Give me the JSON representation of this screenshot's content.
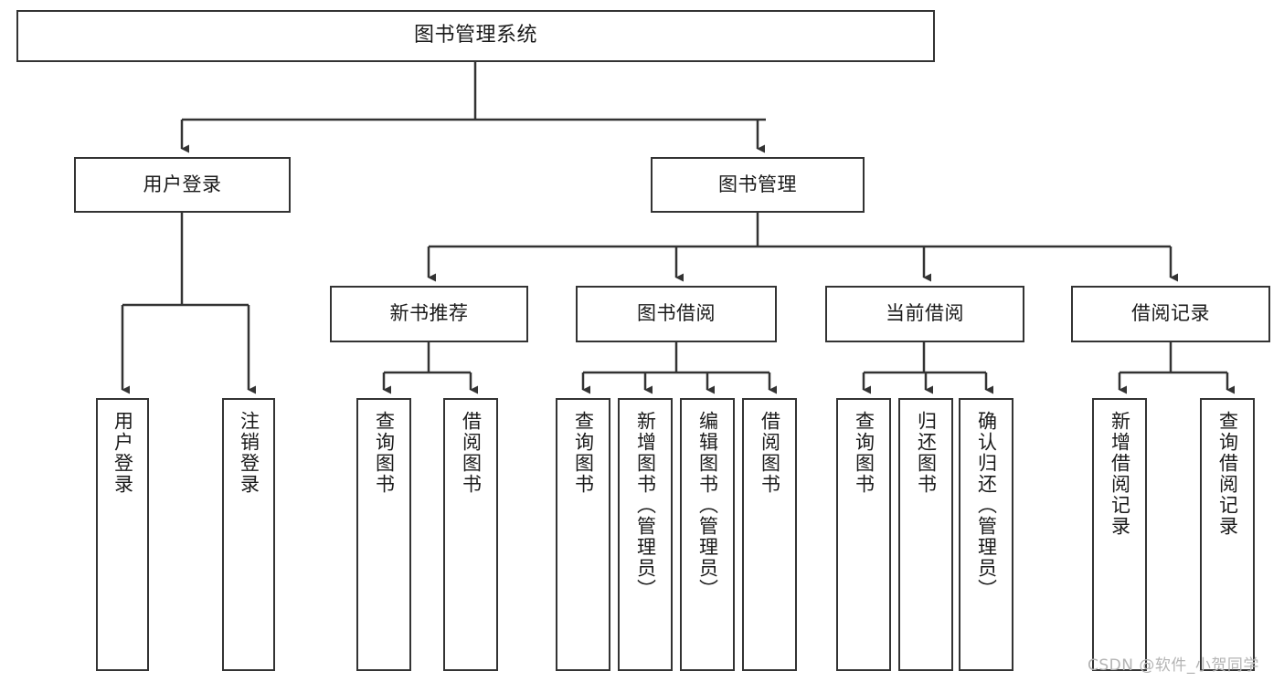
{
  "diagram": {
    "title": "图书管理系统",
    "type": "tree",
    "colors": {
      "background": "#ffffff",
      "stroke": "#333333",
      "text": "#1a1a1a",
      "watermark": "#b4b4b4"
    },
    "root": {
      "label": "图书管理系统"
    },
    "level1": [
      {
        "label": "用户登录"
      },
      {
        "label": "图书管理"
      }
    ],
    "level2": [
      {
        "label": "新书推荐"
      },
      {
        "label": "图书借阅"
      },
      {
        "label": "当前借阅"
      },
      {
        "label": "借阅记录"
      }
    ],
    "leaves": {
      "user_login": [
        {
          "label": "用户登录"
        },
        {
          "label": "注销登录"
        }
      ],
      "new_book_recommend": [
        {
          "label": "查询图书"
        },
        {
          "label": "借阅图书"
        }
      ],
      "book_borrow": [
        {
          "label": "查询图书"
        },
        {
          "label": "新增图书（管理员）"
        },
        {
          "label": "编辑图书（管理员）"
        },
        {
          "label": "借阅图书"
        }
      ],
      "current_borrow": [
        {
          "label": "查询图书"
        },
        {
          "label": "归还图书"
        },
        {
          "label": "确认归还（管理员）"
        }
      ],
      "borrow_record": [
        {
          "label": "新增借阅记录"
        },
        {
          "label": "查询借阅记录"
        }
      ]
    }
  },
  "watermark": {
    "text": "CSDN @软件_小贺同学"
  }
}
